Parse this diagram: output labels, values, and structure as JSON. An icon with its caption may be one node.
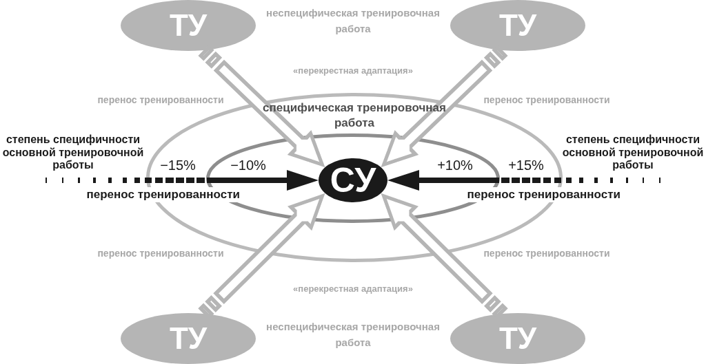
{
  "diagram": {
    "nodes": [
      {
        "text": [
          "ТУ"
        ]
      },
      {
        "text": [
          "ТУ"
        ]
      },
      {
        "text": [
          "специфическая тренировочная работа"
        ]
      },
      {
        "text": [],
        "shape": "ellipse",
        "in": 2
      },
      {
        "text": [
          "СУ"
        ],
        "in": 3
      },
      {
        "text": [
          "ТУ"
        ]
      },
      {
        "text": [
          "ТУ"
        ]
      }
    ],
    "edges": [
      {
        "from": 0,
        "to": 4,
        "arrow": "to",
        "label": "перенос тренированности"
      },
      {
        "from": 1,
        "to": 4,
        "arrow": "to",
        "label": "перенос тренированности"
      },
      {
        "from": null,
        "to": 4,
        "arrow": "to",
        "label": "перенос тренированности",
        "style": "dashed",
        "color": "#1a1a1a"
      },
      {
        "from": null,
        "to": 4,
        "arrow": "to",
        "label": "перенос тренированности",
        "style": "dashed",
        "color": "#1a1a1a"
      },
      {
        "from": 5,
        "to": 4,
        "arrow": "to",
        "label": "перенос тренированности"
      },
      {
        "from": 6,
        "to": 4,
        "arrow": "to",
        "label": "перенос тренированности"
      }
    ],
    "labels": [
      "неспецифическая тренировочная работа",
      "«перекрестная адаптация»",
      "степень специфичности основной тренировочной работы",
      "−15%",
      "−10%",
      "+10%",
      "+15%",
      "степень специфичности основной тренировочной работы",
      "«перекрестная адаптация»",
      "неспецифическая тренировочная работа"
    ]
  }
}
